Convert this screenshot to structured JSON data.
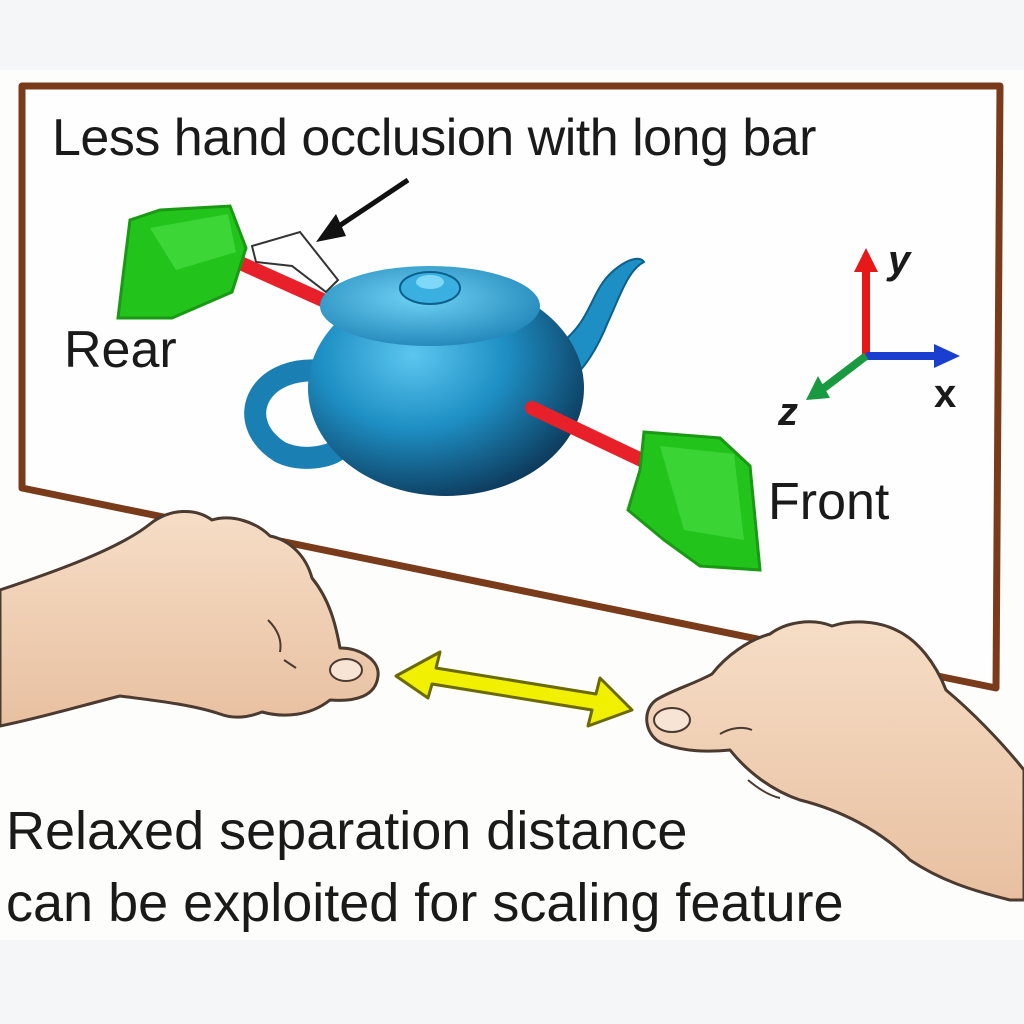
{
  "caption_top": "Less hand occlusion with long bar",
  "labels": {
    "rear": "Rear",
    "front": "Front"
  },
  "axes": {
    "x": "x",
    "y": "y",
    "z": "z"
  },
  "caption_bottom": {
    "line1": "Relaxed separation distance",
    "line2": "can be exploited for scaling feature"
  },
  "colors": {
    "frame": "#7a3b1a",
    "teapot": "#1e8fc4",
    "bar": "#e8202a",
    "handle": "#22c41c",
    "distance_arrow": "#f0f000",
    "axis_x": "#1a3fd0",
    "axis_y": "#e81818",
    "axis_z": "#1a9a40",
    "skin": "#f2d2b6"
  },
  "icons": [
    "teapot-icon",
    "axis-gizmo-icon",
    "left-hand-icon",
    "right-hand-icon",
    "double-arrow-icon"
  ]
}
